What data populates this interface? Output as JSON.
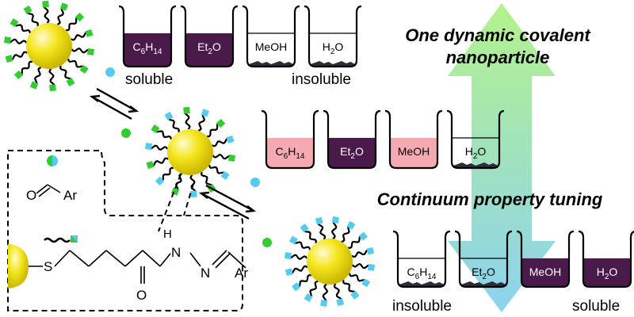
{
  "headline_top": {
    "line1": "One dynamic covalent",
    "line2": "nanoparticle"
  },
  "headline_bottom": "Continuum property tuning",
  "solvents": [
    {
      "main": "C",
      "sub": "6",
      "rest": "H",
      "sub2": "14"
    },
    {
      "main": "Et",
      "sub": "2",
      "rest": "O",
      "sub2": ""
    },
    {
      "main": "MeOH",
      "sub": "",
      "rest": "",
      "sub2": ""
    },
    {
      "main": "H",
      "sub": "2",
      "rest": "O",
      "sub2": ""
    }
  ],
  "row_top": {
    "left_label": "soluble",
    "right_label": "insoluble"
  },
  "row_bottom": {
    "left_label": "insoluble",
    "right_label": "soluble"
  },
  "structure": {
    "ar": "Ar",
    "o": "O",
    "s": "S",
    "h": "H",
    "n": "N"
  },
  "colors": {
    "dissolved": "#4a1a4a",
    "partial": "#f4aab0",
    "precipitate": "#2c2c3a",
    "gold": "#f4e61e",
    "ligand_green": "#33cc33",
    "ligand_blue": "#55ccee",
    "arrow_top": "#b4f28c",
    "arrow_bottom": "#8cd2f0"
  }
}
